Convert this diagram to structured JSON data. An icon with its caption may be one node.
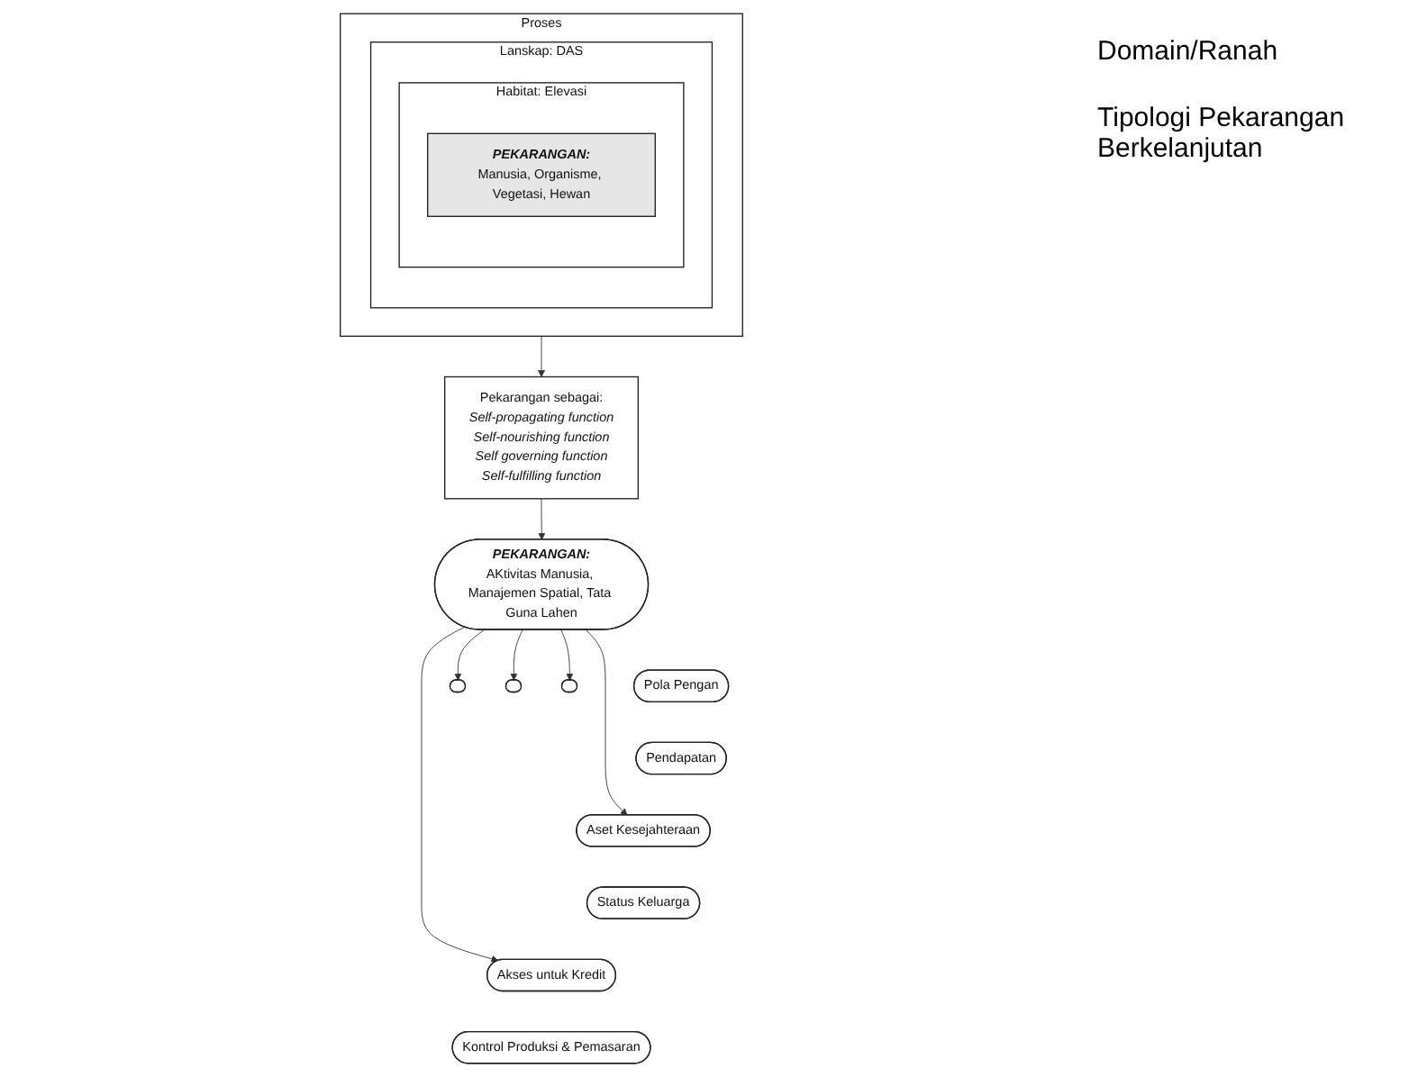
{
  "diagram": {
    "nodes": [
      {
        "text": [
          "Proses"
        ]
      },
      {
        "text": [
          "Lanskap: DAS"
        ],
        "in": 0
      },
      {
        "text": [
          "Habitat: Elevasi"
        ],
        "in": 1
      },
      {
        "text": [
          "PEKARANGAN:",
          "Manusia, Organisme, Vegetasi, Hewan"
        ],
        "in": 2
      },
      {
        "text": [
          "Pekarangan sebagai:",
          "Self-propagating function",
          "Self-nourishing function",
          "Self governing function",
          "Self-fulfilling function"
        ]
      },
      {
        "text": [
          "PEKARANGAN:",
          "AKtivitas Manusia, Manajemen Spatial, Tata Guna Lahen"
        ]
      },
      {
        "text": [
          "Pola Pengan"
        ]
      },
      {
        "text": [
          "Pendapatan"
        ]
      },
      {
        "text": [
          "Aset Kesejahteraan"
        ]
      },
      {
        "text": [
          "Status Keluarga"
        ]
      },
      {
        "text": [
          "Akses untuk Kredit"
        ]
      },
      {
        "text": [
          "Kontrol Produksi & Pemasaran"
        ]
      },
      {
        "text": [],
        "shape": "ellipse"
      },
      {
        "text": [],
        "shape": "ellipse"
      },
      {
        "text": [],
        "shape": "ellipse"
      }
    ],
    "edges": [
      {
        "from": 0,
        "to": 4,
        "arrow": "to"
      },
      {
        "from": 4,
        "to": 5,
        "arrow": "to"
      },
      {
        "from": 5,
        "to": 10,
        "arrow": "to"
      },
      {
        "from": 5,
        "to": 8,
        "arrow": "to"
      },
      {
        "from": 5,
        "to": 12,
        "arrow": "to"
      },
      {
        "from": 5,
        "to": 13,
        "arrow": "to"
      },
      {
        "from": 5,
        "to": 14,
        "arrow": "to"
      }
    ],
    "labels": [
      "Domain/Ranah",
      "Tipologi Pekarangan Berkelanjutan"
    ]
  }
}
